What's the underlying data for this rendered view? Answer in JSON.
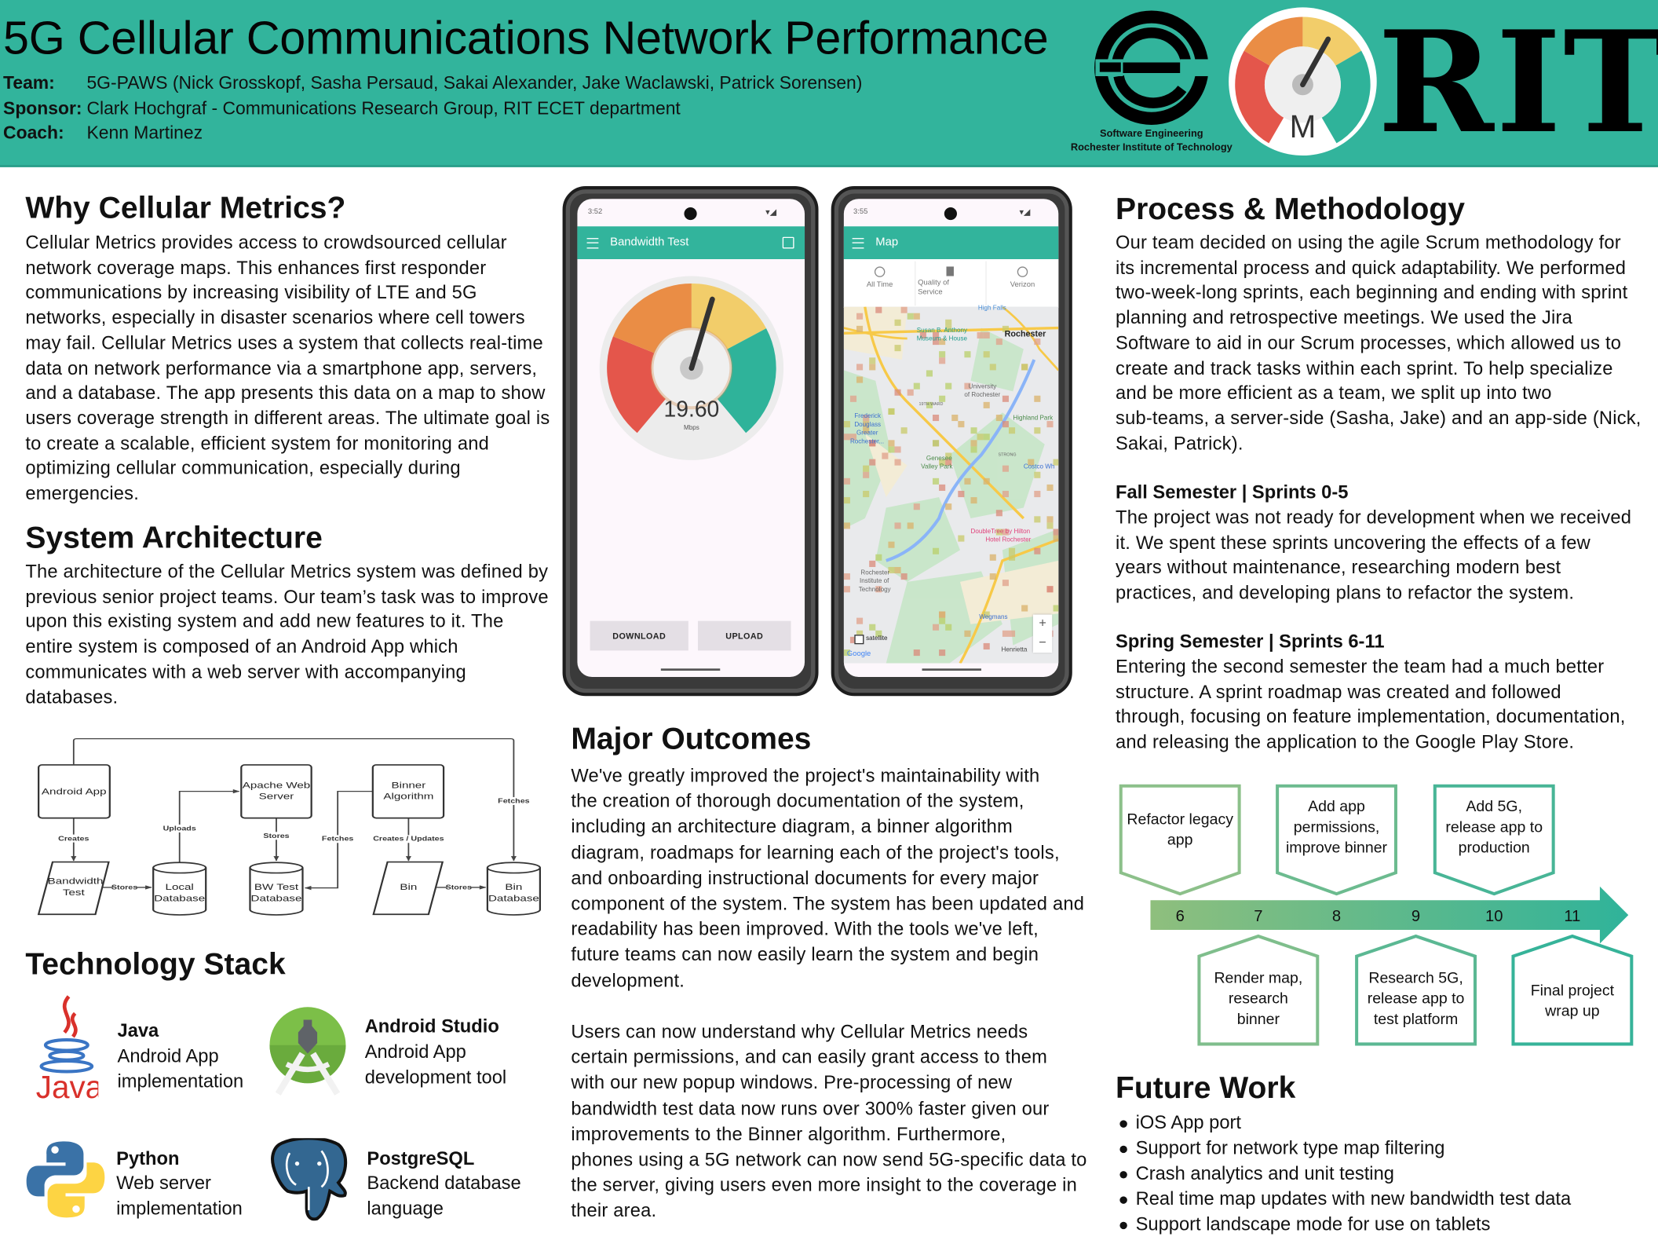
{
  "header": {
    "title": "5G Cellular Communications Network Performance",
    "team_label": "Team:",
    "team": "5G-PAWS (Nick Grosskopf, Sasha Persaud, Sakai Alexander, Jake Waclawski, Patrick Sorensen)",
    "sponsor_label": "Sponsor:",
    "sponsor": "Clark Hochgraf - Communications Research Group, RIT ECET department",
    "coach_label": "Coach:",
    "coach": "Kenn Martinez",
    "se_logo_line1": "Software Engineering",
    "se_logo_line2": "Rochester Institute of Technology",
    "metrics_logo_letter": "M",
    "rit_logo": "RIT",
    "brand_color": "#32b49c"
  },
  "why": {
    "heading": "Why Cellular Metrics?",
    "lines": [
      "Cellular Metrics provides access to crowdsourced cellular",
      "network coverage maps. This enhances first responder",
      "communications by increasing visibility of LTE and 5G",
      "networks, especially in disaster scenarios where cell towers",
      "may fail. Cellular Metrics uses a system that collects real-time",
      "data on network performance via a smartphone app, servers,",
      "and a database. The app presents this data on a map to show",
      "users coverage strength in different areas.  The ultimate goal is",
      "to create a scalable, efficient system for monitoring and",
      "optimizing cellular communication, especially during",
      "emergencies."
    ]
  },
  "architecture": {
    "heading": "System Architecture",
    "lines": [
      "The architecture of the Cellular Metrics system was defined by",
      "previous senior project teams. Our team’s task was to improve",
      "upon this existing system and add new features to it. The",
      "entire system is composed of an Android App which",
      "communicates with a web server with accompanying",
      "databases."
    ],
    "diagram": {
      "android_app": "Android App",
      "apache_1": "Apache Web",
      "apache_2": "Server",
      "binner_1": "Binner",
      "binner_2": "Algorithm",
      "bw_test_1": "Bandwidth",
      "bw_test_2": "Test",
      "local_db_1": "Local",
      "local_db_2": "Database",
      "bw_db_1": "BW Test",
      "bw_db_2": "Database",
      "bin": "Bin",
      "bin_db_1": "Bin",
      "bin_db_2": "Database",
      "creates": "Creates",
      "stores": "Stores",
      "uploads": "Uploads",
      "fetches": "Fetches",
      "creates_updates": "Creates / Updates"
    }
  },
  "tech": {
    "heading": "Technology Stack",
    "items": [
      {
        "name": "Java",
        "line1": "Android App",
        "line2": "implementation",
        "logo_text": "Java"
      },
      {
        "name": "Android Studio",
        "line1": "Android App",
        "line2": "development tool"
      },
      {
        "name": "Python",
        "line1": "Web server",
        "line2": "implementation"
      },
      {
        "name": "PostgreSQL",
        "line1": "Backend database",
        "line2": "language"
      }
    ]
  },
  "phone_bandwidth": {
    "time": "3:52",
    "title": "Bandwidth Test",
    "speed": "19.60",
    "unit": "Mbps",
    "gauge_fraction": 0.56,
    "download": "DOWNLOAD",
    "upload": "UPLOAD"
  },
  "phone_map": {
    "time": "3:55",
    "title": "Map",
    "tabs": [
      {
        "label": "All Time"
      },
      {
        "label": "Quality of Service"
      },
      {
        "label": "Verizon"
      }
    ],
    "labels": {
      "high_falls": "High Falls",
      "susan_b_1": "Susan B. Anthony",
      "susan_b_2": "Museum & House",
      "rochester": "Rochester",
      "uofr_1": "University",
      "uofr_2": "of Rochester",
      "ward": "19TH WARD",
      "highland": "Highland Park",
      "fd_1": "Frederick",
      "fd_2": "Douglass",
      "fd_3": "Greater",
      "fd_4": "Rochester...",
      "gvp_1": "Genesee",
      "gvp_2": "Valley Park",
      "strong": "STRONG",
      "costco": "Costco Wh",
      "dt_1": "DoubleTree by Hilton",
      "dt_2": "Hotel Rochester",
      "rit_1": "Rochester",
      "rit_2": "Institute of",
      "rit_3": "Technology",
      "wegmans": "Wegmans",
      "henrietta": "Henrietta",
      "satellite": "satellite",
      "google": "Google",
      "zoom_in": "+",
      "zoom_out": "−"
    }
  },
  "outcomes": {
    "heading": "Major Outcomes",
    "p1": [
      "We've greatly improved the project's maintainability with",
      "the creation of thorough documentation of the system,",
      "including an architecture diagram, a binner algorithm",
      "diagram, roadmaps for learning each of the project's tools,",
      "and onboarding instructional documents for every major",
      "component of the system. The system has been updated and",
      "readability has been improved. With the tools we've left,",
      "future teams can now easily learn the system and begin",
      "development."
    ],
    "p2": [
      "Users can now understand why Cellular Metrics needs",
      "certain permissions, and can easily grant access to them",
      "with our new popup windows. Pre-processing of new",
      "bandwidth test data now runs over 300% faster given our",
      "improvements to the Binner algorithm. Furthermore,",
      "phones using a 5G network can now send 5G-specific data to",
      "the server, giving users even more insight to the coverage in",
      "their area."
    ]
  },
  "process": {
    "heading": "Process & Methodology",
    "lines": [
      "Our team decided on using the agile Scrum methodology for",
      "its incremental process and quick adaptability. We performed",
      "two-week-long sprints, each beginning and ending with sprint",
      "planning and retrospective meetings. We used the Jira",
      "Software to aid in our Scrum processes, which allowed us to",
      "create and track tasks within each sprint. To help specialize",
      "and be more efficient as a team, we split up into two",
      "sub-teams, a server-side (Sasha, Jake) and an app-side (Nick,",
      "Sakai, Patrick)."
    ],
    "fall_heading": "Fall Semester | Sprints 0-5",
    "fall_lines": [
      "The project was not ready for development when we received",
      "it. We spent these sprints uncovering the effects of a few",
      "years without maintenance, researching modern best",
      "practices, and developing plans to refactor the system."
    ],
    "spring_heading": "Spring Semester | Sprints 6-11",
    "spring_lines": [
      "Entering the second semester the team had a much better",
      "structure. A sprint roadmap was created and followed",
      "through, focusing on feature implementation, documentation,",
      "and releasing the application to the Google Play Store."
    ]
  },
  "timeline": {
    "sprints": [
      "6",
      "7",
      "8",
      "9",
      "10",
      "11"
    ],
    "milestones": [
      {
        "sprint": "6",
        "lines": [
          "Refactor legacy",
          "app"
        ]
      },
      {
        "sprint": "7",
        "lines": [
          "Render map,",
          "research",
          "binner"
        ]
      },
      {
        "sprint": "8",
        "lines": [
          "Add app",
          "permissions,",
          "improve binner"
        ]
      },
      {
        "sprint": "9",
        "lines": [
          "Research 5G,",
          "release app to",
          "test platform"
        ]
      },
      {
        "sprint": "10",
        "lines": [
          "Add 5G,",
          "release app to",
          "production"
        ]
      },
      {
        "sprint": "11",
        "lines": [
          "Final project",
          "wrap up"
        ]
      }
    ]
  },
  "future": {
    "heading": "Future Work",
    "items": [
      "iOS App port",
      "Support for network type map filtering",
      "Crash analytics and unit testing",
      "Real time map updates with new bandwidth test data",
      "Support landscape mode for use on tablets"
    ]
  }
}
